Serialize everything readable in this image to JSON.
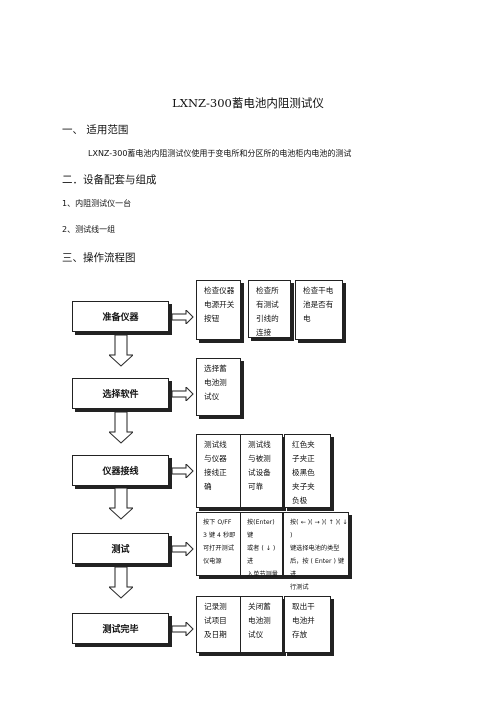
{
  "title": "LXNZ-300蓄电池内阻测试仪",
  "sections": {
    "s1": "一、  适用范围",
    "s1_text": "LXNZ-300蓄电池内阻测试仪使用于变电所和分区所的电池柜内电池的测试",
    "s2": "二．设备配套与组成",
    "s2_items": [
      "1、内阻测试仪一台",
      "2、测试线一组"
    ],
    "s3": "三、操作流程图"
  },
  "flow": [
    {
      "stage": "准备仪器",
      "details": [
        "检查仪器\n电源开关\n按钮",
        "检查所\n有测试\n引线的\n连接",
        "检查干电\n池是否有\n电"
      ]
    },
    {
      "stage": "选择软件",
      "details": [
        "选择蓄\n电池测\n试仪"
      ]
    },
    {
      "stage": "仪器接线",
      "details": [
        "测试线\n与仪器\n接线正\n确",
        "测试线\n与被测\n试设备\n可靠",
        "红色夹\n子夹正\n极黑色\n夹子夹\n负极"
      ]
    },
    {
      "stage": "测试",
      "details": [
        "按下 O/FF\n3 键 4 秒即\n可打开测试\n仪电源",
        "按(Enter) 键\n或者 ( ↓ ) 进\n入单节测量",
        "按( ← )( → )( ↑ )( ↓ )\n键选择电池的类型\n后，按 ( Enter ) 键进\n行测试"
      ]
    },
    {
      "stage": "测试完毕",
      "details": [
        "记录测\n试项目\n及日期",
        "关闭蓄\n电池测\n试仪",
        "取出干\n电池并\n存放"
      ]
    }
  ]
}
